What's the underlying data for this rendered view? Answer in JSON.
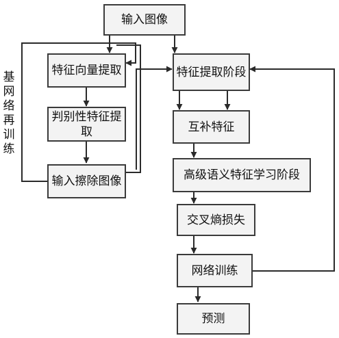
{
  "nodes": {
    "input_image": "输入图像",
    "feat_vector": "特征向量提取",
    "discrim_feat": "判别性特征提取",
    "input_erased": "输入擦除图像",
    "feat_extract": "特征提取阶段",
    "complement": "互补特征",
    "semantic": "高级语义特征学习阶段",
    "ce_loss": "交叉熵损失",
    "net_train": "网络训练",
    "predict": "预测"
  },
  "side_label": [
    "基",
    "网",
    "络",
    "再",
    "训",
    "练"
  ]
}
